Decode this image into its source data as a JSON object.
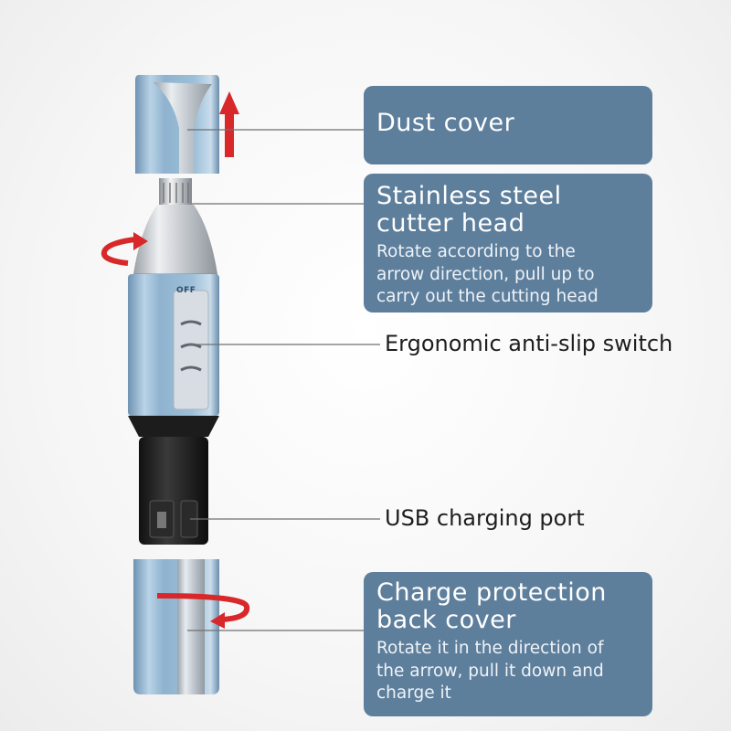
{
  "callouts": {
    "dust_cover": {
      "title": "Dust cover"
    },
    "cutter_head": {
      "title_line1": "Stainless steel",
      "title_line2": "cutter head",
      "desc_line1": "Rotate according to the",
      "desc_line2": "arrow direction, pull up to",
      "desc_line3": "carry out the cutting head"
    },
    "switch": {
      "title": "Ergonomic anti-slip switch"
    },
    "usb": {
      "title": "USB charging port"
    },
    "back_cover": {
      "title_line1": "Charge protection",
      "title_line2": "back cover",
      "desc_line1": "Rotate it in the direction of",
      "desc_line2": "the arrow, pull it down and",
      "desc_line3": "charge it"
    }
  },
  "switch_marking": "OFF",
  "icons": [
    "up-arrow-icon",
    "rotate-arrow-icon"
  ],
  "colors": {
    "callout_bg": "#5e7f9c",
    "body_blue": "#8fb3cf",
    "arrow_red": "#d8282a",
    "port_black": "#1c1c1c"
  }
}
